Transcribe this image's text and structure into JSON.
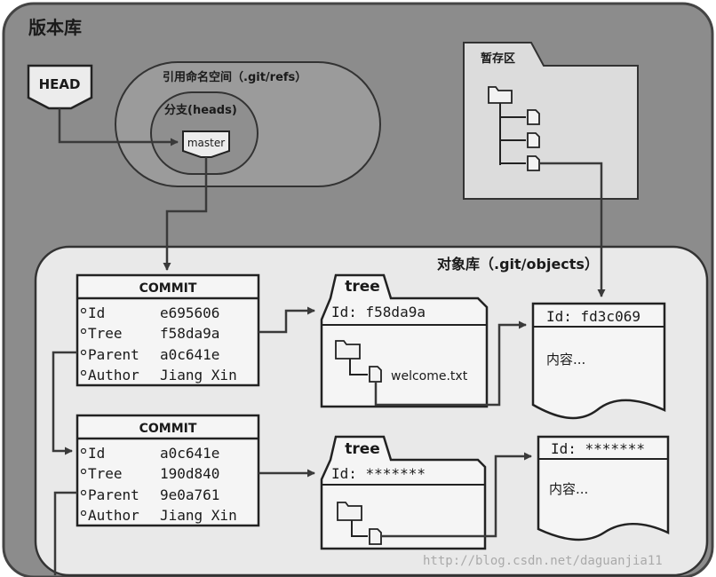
{
  "repo": {
    "label": "版本库"
  },
  "refs_namespace": {
    "label": "引用命名空间（.git/refs）"
  },
  "branches": {
    "label": "分支(heads)"
  },
  "head": {
    "label": "HEAD"
  },
  "branch": {
    "label": "master"
  },
  "stage": {
    "label": "暂存区"
  },
  "object_store": {
    "label": "对象库（.git/objects）"
  },
  "commits": [
    {
      "header": "COMMIT",
      "rows": [
        {
          "key": "Id",
          "value": "e695606"
        },
        {
          "key": "Tree",
          "value": "f58da9a"
        },
        {
          "key": "Parent",
          "value": "a0c641e"
        },
        {
          "key": "Author",
          "value": "Jiang Xin"
        }
      ]
    },
    {
      "header": "COMMIT",
      "rows": [
        {
          "key": "Id",
          "value": "a0c641e"
        },
        {
          "key": "Tree",
          "value": "190d840"
        },
        {
          "key": "Parent",
          "value": "9e0a761"
        },
        {
          "key": "Author",
          "value": "Jiang Xin"
        }
      ]
    }
  ],
  "trees": [
    {
      "tab": "tree",
      "id": "Id: f58da9a",
      "file": "welcome.txt"
    },
    {
      "tab": "tree",
      "id": "Id: *******",
      "file": ""
    }
  ],
  "blobs": [
    {
      "id": "Id: fd3c069",
      "content": "内容..."
    },
    {
      "id": "Id: *******",
      "content": "内容..."
    }
  ],
  "watermark": "http://blog.csdn.net/daguanjia11",
  "colors": {
    "page_bg": "#ffffff",
    "repo_fill": "#8c8c8c",
    "store_fill": "#e9e9e9",
    "box_fill": "#f5f5f5",
    "stroke": "#3a3a3a",
    "text": "#1a1a1a"
  }
}
